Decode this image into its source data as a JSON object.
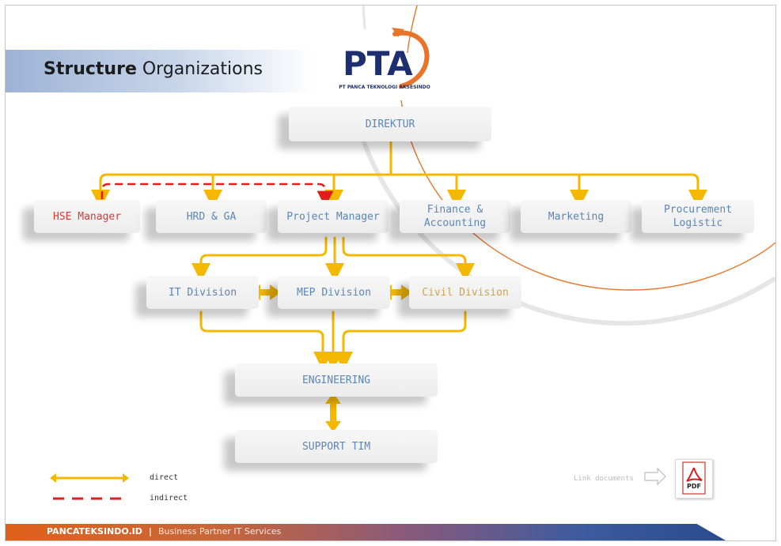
{
  "header": {
    "title_bold": "Structure",
    "title_rest": " Organizations"
  },
  "logo": {
    "text": "PTA",
    "company": "PT PANCA TEKNOLOGI AKSESINDO"
  },
  "nodes": {
    "direktur": "DIREKTUR",
    "hse": "HSE Manager",
    "hrd": "HRD & GA",
    "pm": "Project Manager",
    "finance_line1": "Finance &",
    "finance_line2": "Accounting",
    "marketing": "Marketing",
    "procurement_line1": "Procurement",
    "procurement_line2": "Logistic",
    "it": "IT Division",
    "mep": "MEP Division",
    "civil": "Civil Division",
    "engineering": "ENGINEERING",
    "support": "SUPPORT TIM"
  },
  "legend": {
    "direct": "direct",
    "indirect": "indirect"
  },
  "link_documents": "Link documents",
  "pdf_label": "PDF",
  "footer": {
    "brand": "PANCATEKSINDO.ID",
    "separator": "|",
    "tagline": "Business Partner IT Services"
  },
  "colors": {
    "direct_line": "#f5b800",
    "indirect_line": "#e21b1b",
    "node_text": "#5b86b8",
    "hse_text": "#d33b3b",
    "civil_text": "#d2a24a"
  },
  "icons": [
    "pdf-icon",
    "arrow-right-icon"
  ]
}
